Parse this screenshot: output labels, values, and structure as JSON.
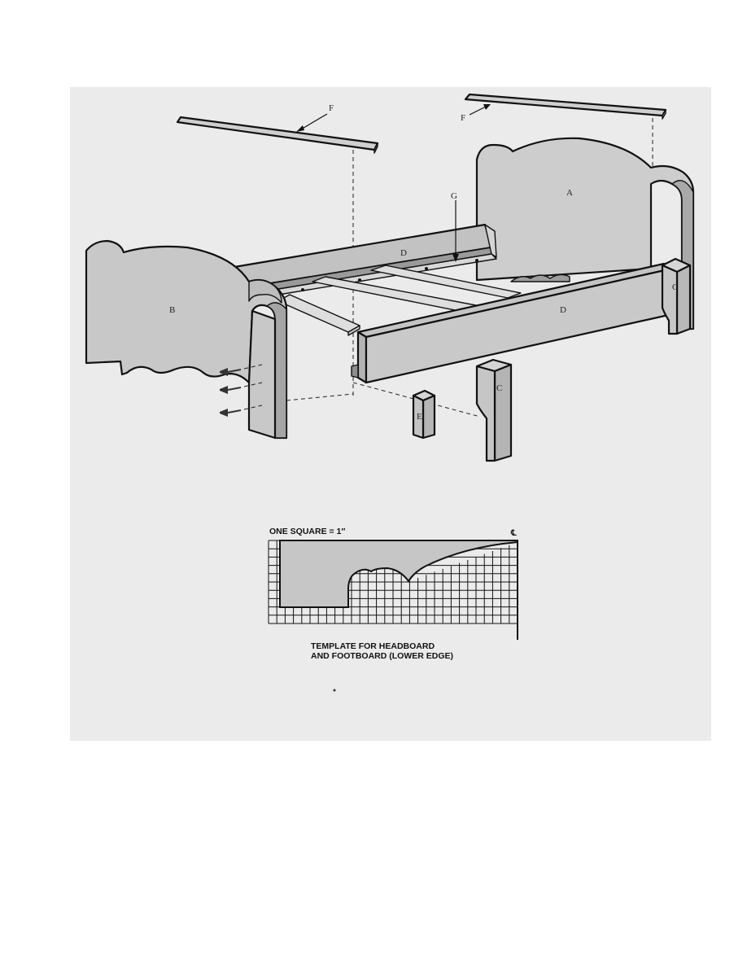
{
  "parts": {
    "a": "A",
    "b": "B",
    "c": "C",
    "d": "D",
    "e": "E",
    "f": "F",
    "g": "G"
  },
  "template": {
    "scale": "ONE SQUARE = 1″",
    "centerline": "℄",
    "caption_line1": "TEMPLATE FOR HEADBOARD",
    "caption_line2": "AND FOOTBOARD (LOWER EDGE)"
  },
  "colors": {
    "background": "#ebebeb",
    "board_fill": "#c9c9c9",
    "board_dark": "#b3b3b3",
    "board_light": "#dcdcdc",
    "line": "#111111"
  }
}
